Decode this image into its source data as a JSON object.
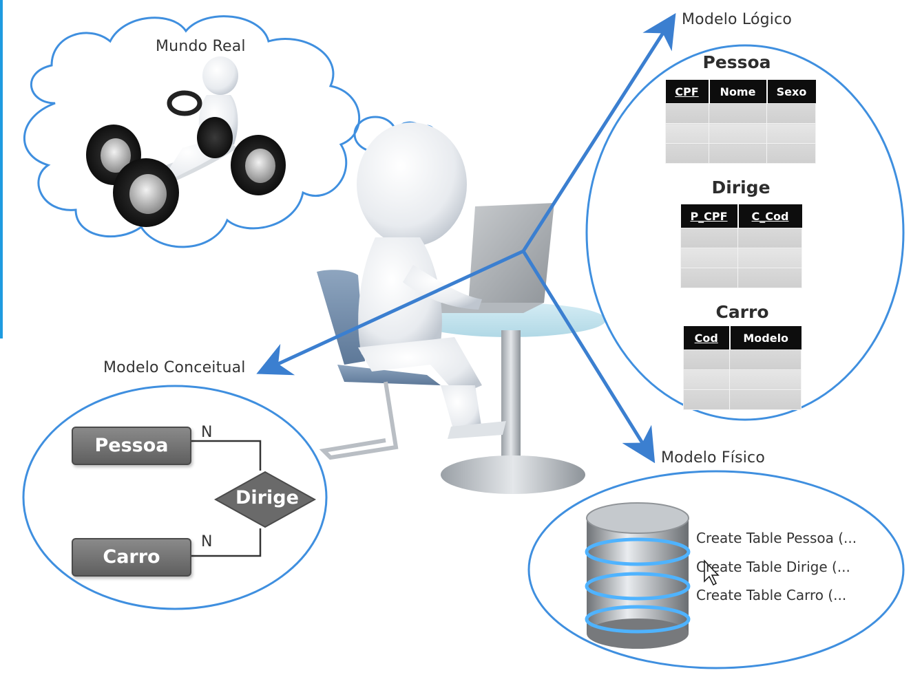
{
  "labels": {
    "mundo_real": "Mundo Real",
    "modelo_logico": "Modelo Lógico",
    "modelo_conceitual": "Modelo Conceitual",
    "modelo_fisico": "Modelo Físico"
  },
  "logical_tables": [
    {
      "name": "Pessoa",
      "columns": [
        "CPF",
        "Nome",
        "Sexo"
      ],
      "keys": [
        "CPF"
      ]
    },
    {
      "name": "Dirige",
      "columns": [
        "P_CPF",
        "C_Cod"
      ],
      "keys": [
        "P_CPF",
        "C_Cod"
      ]
    },
    {
      "name": "Carro",
      "columns": [
        "Cod",
        "Modelo"
      ],
      "keys": [
        "Cod"
      ]
    }
  ],
  "conceptual": {
    "entity_a": "Pessoa",
    "entity_b": "Carro",
    "relationship": "Dirige",
    "cardinality_a": "N",
    "cardinality_b": "N"
  },
  "physical": {
    "statements": [
      "Create Table Pessoa (...",
      "Create Table Dirige (...",
      "Create Table Carro (..."
    ]
  },
  "colors": {
    "accent_blue": "#3b7fd0",
    "cloud_stroke": "#3f8fdf",
    "table_header": "#0d0d0d",
    "er_box": "#6f6f6f"
  },
  "icons": [
    "thought-cloud-icon",
    "3d-figure-driving-car-icon",
    "3d-figure-at-laptop-icon",
    "database-cylinder-icon",
    "mouse-cursor-icon"
  ]
}
